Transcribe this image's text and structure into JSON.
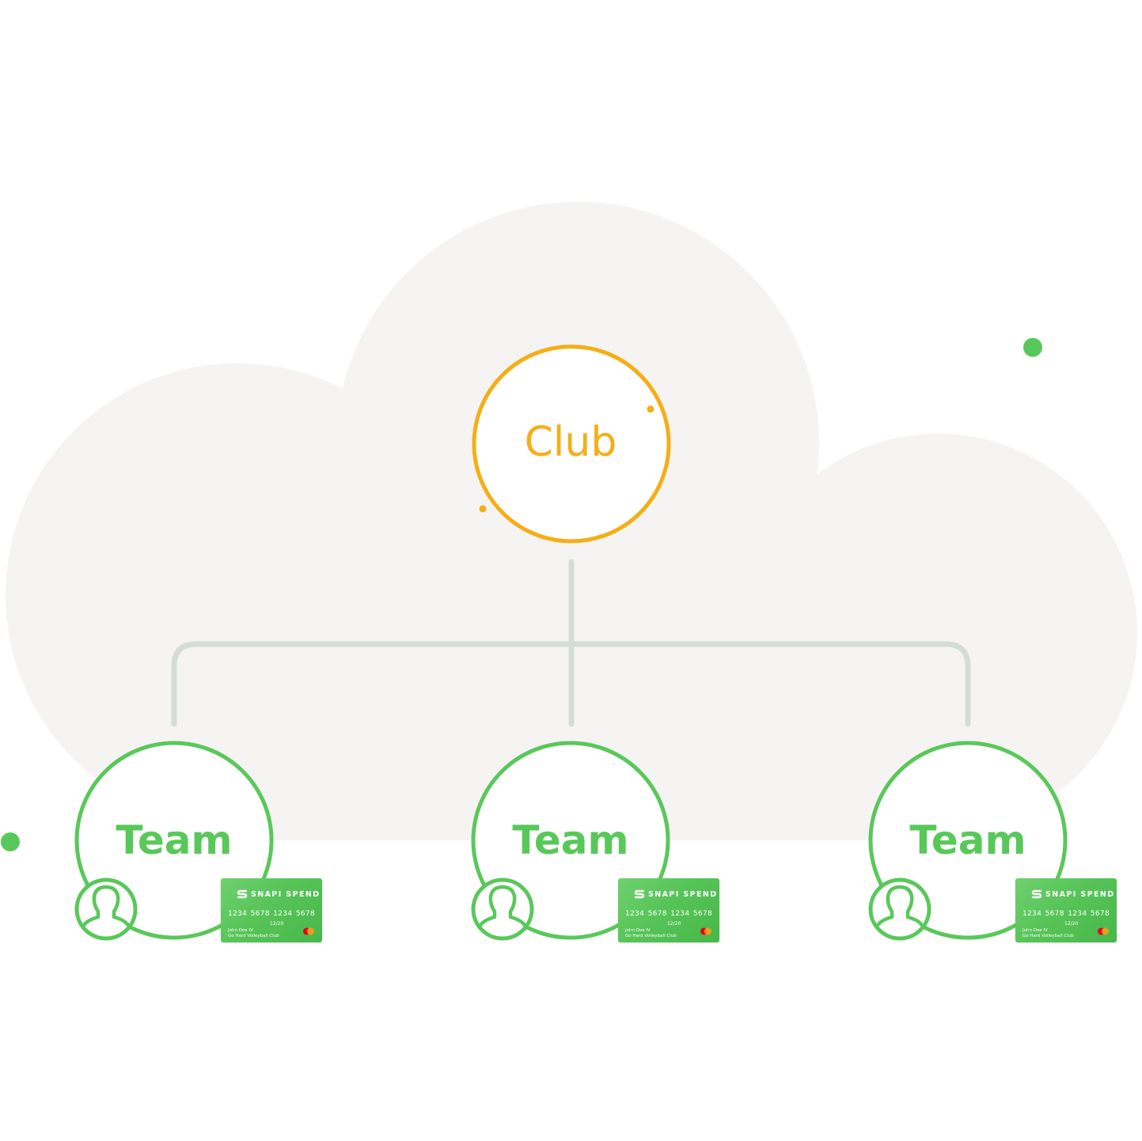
{
  "club": {
    "label": "Club"
  },
  "teams": [
    {
      "label": "Team"
    },
    {
      "label": "Team"
    },
    {
      "label": "Team"
    }
  ],
  "card": {
    "brand": "SNAPI SPEND",
    "number_groups": [
      "1234",
      "5678",
      "1234",
      "5678"
    ],
    "expiry": "12/20",
    "holder_name": "John Doe IV",
    "holder_org": "Go Hard Volleyball Club"
  },
  "colors": {
    "club": "#f5ae16",
    "team": "#59c85a",
    "connector": "#d4ddd5",
    "cloud": "#f5f4f3"
  },
  "icons": [
    "person-icon",
    "snapi-logo-icon",
    "mastercard-icon"
  ]
}
